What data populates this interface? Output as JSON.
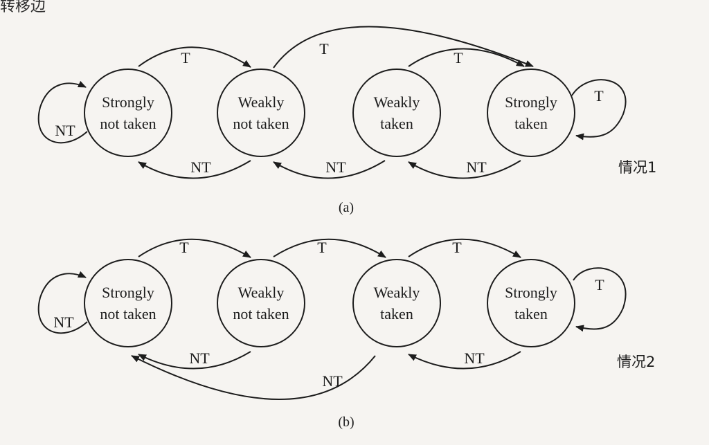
{
  "header_fragment": "转移边",
  "states": [
    {
      "line1": "Strongly",
      "line2": "not taken"
    },
    {
      "line1": "Weakly",
      "line2": "not taken"
    },
    {
      "line1": "Weakly",
      "line2": "taken"
    },
    {
      "line1": "Strongly",
      "line2": "taken"
    }
  ],
  "label_taken": "T",
  "label_not_taken": "NT",
  "diagram_a": {
    "caption": "(a)",
    "case_label": "情况1"
  },
  "diagram_b": {
    "caption": "(b)",
    "case_label": "情况2"
  },
  "line_color": "#1c1c1c"
}
